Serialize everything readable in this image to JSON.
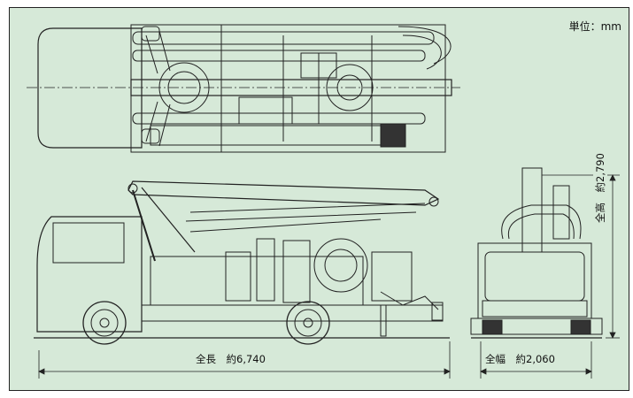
{
  "unit_label": "単位：mm",
  "dimensions": {
    "length": "全長　約6,740",
    "width": "全幅　約2,060",
    "height": "全高　約2,790"
  }
}
